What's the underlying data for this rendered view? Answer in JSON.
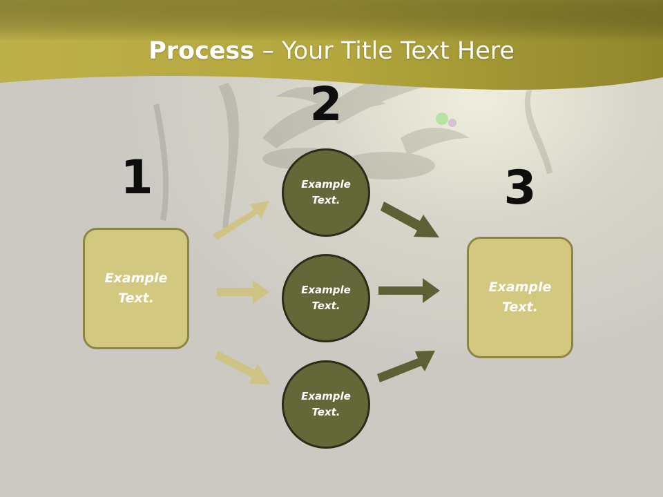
{
  "title": {
    "bold": "Process",
    "separator": " – ",
    "rest": "Your Title Text Here"
  },
  "steps": [
    {
      "number": "1",
      "text": "Example\nText."
    },
    {
      "number": "2"
    },
    {
      "number": "3",
      "text": "Example\nText."
    }
  ],
  "circles": [
    {
      "text": "Example\nText."
    },
    {
      "text": "Example\nText."
    },
    {
      "text": "Example\nText."
    }
  ],
  "colors": {
    "header": "#b6a93f",
    "box_fill": "#d3c87f",
    "box_border": "#8b8548",
    "circle_fill": "#646738",
    "circle_border": "#2b2b17",
    "arrow_light": "#cfc27a",
    "arrow_dark": "#5c6034"
  }
}
